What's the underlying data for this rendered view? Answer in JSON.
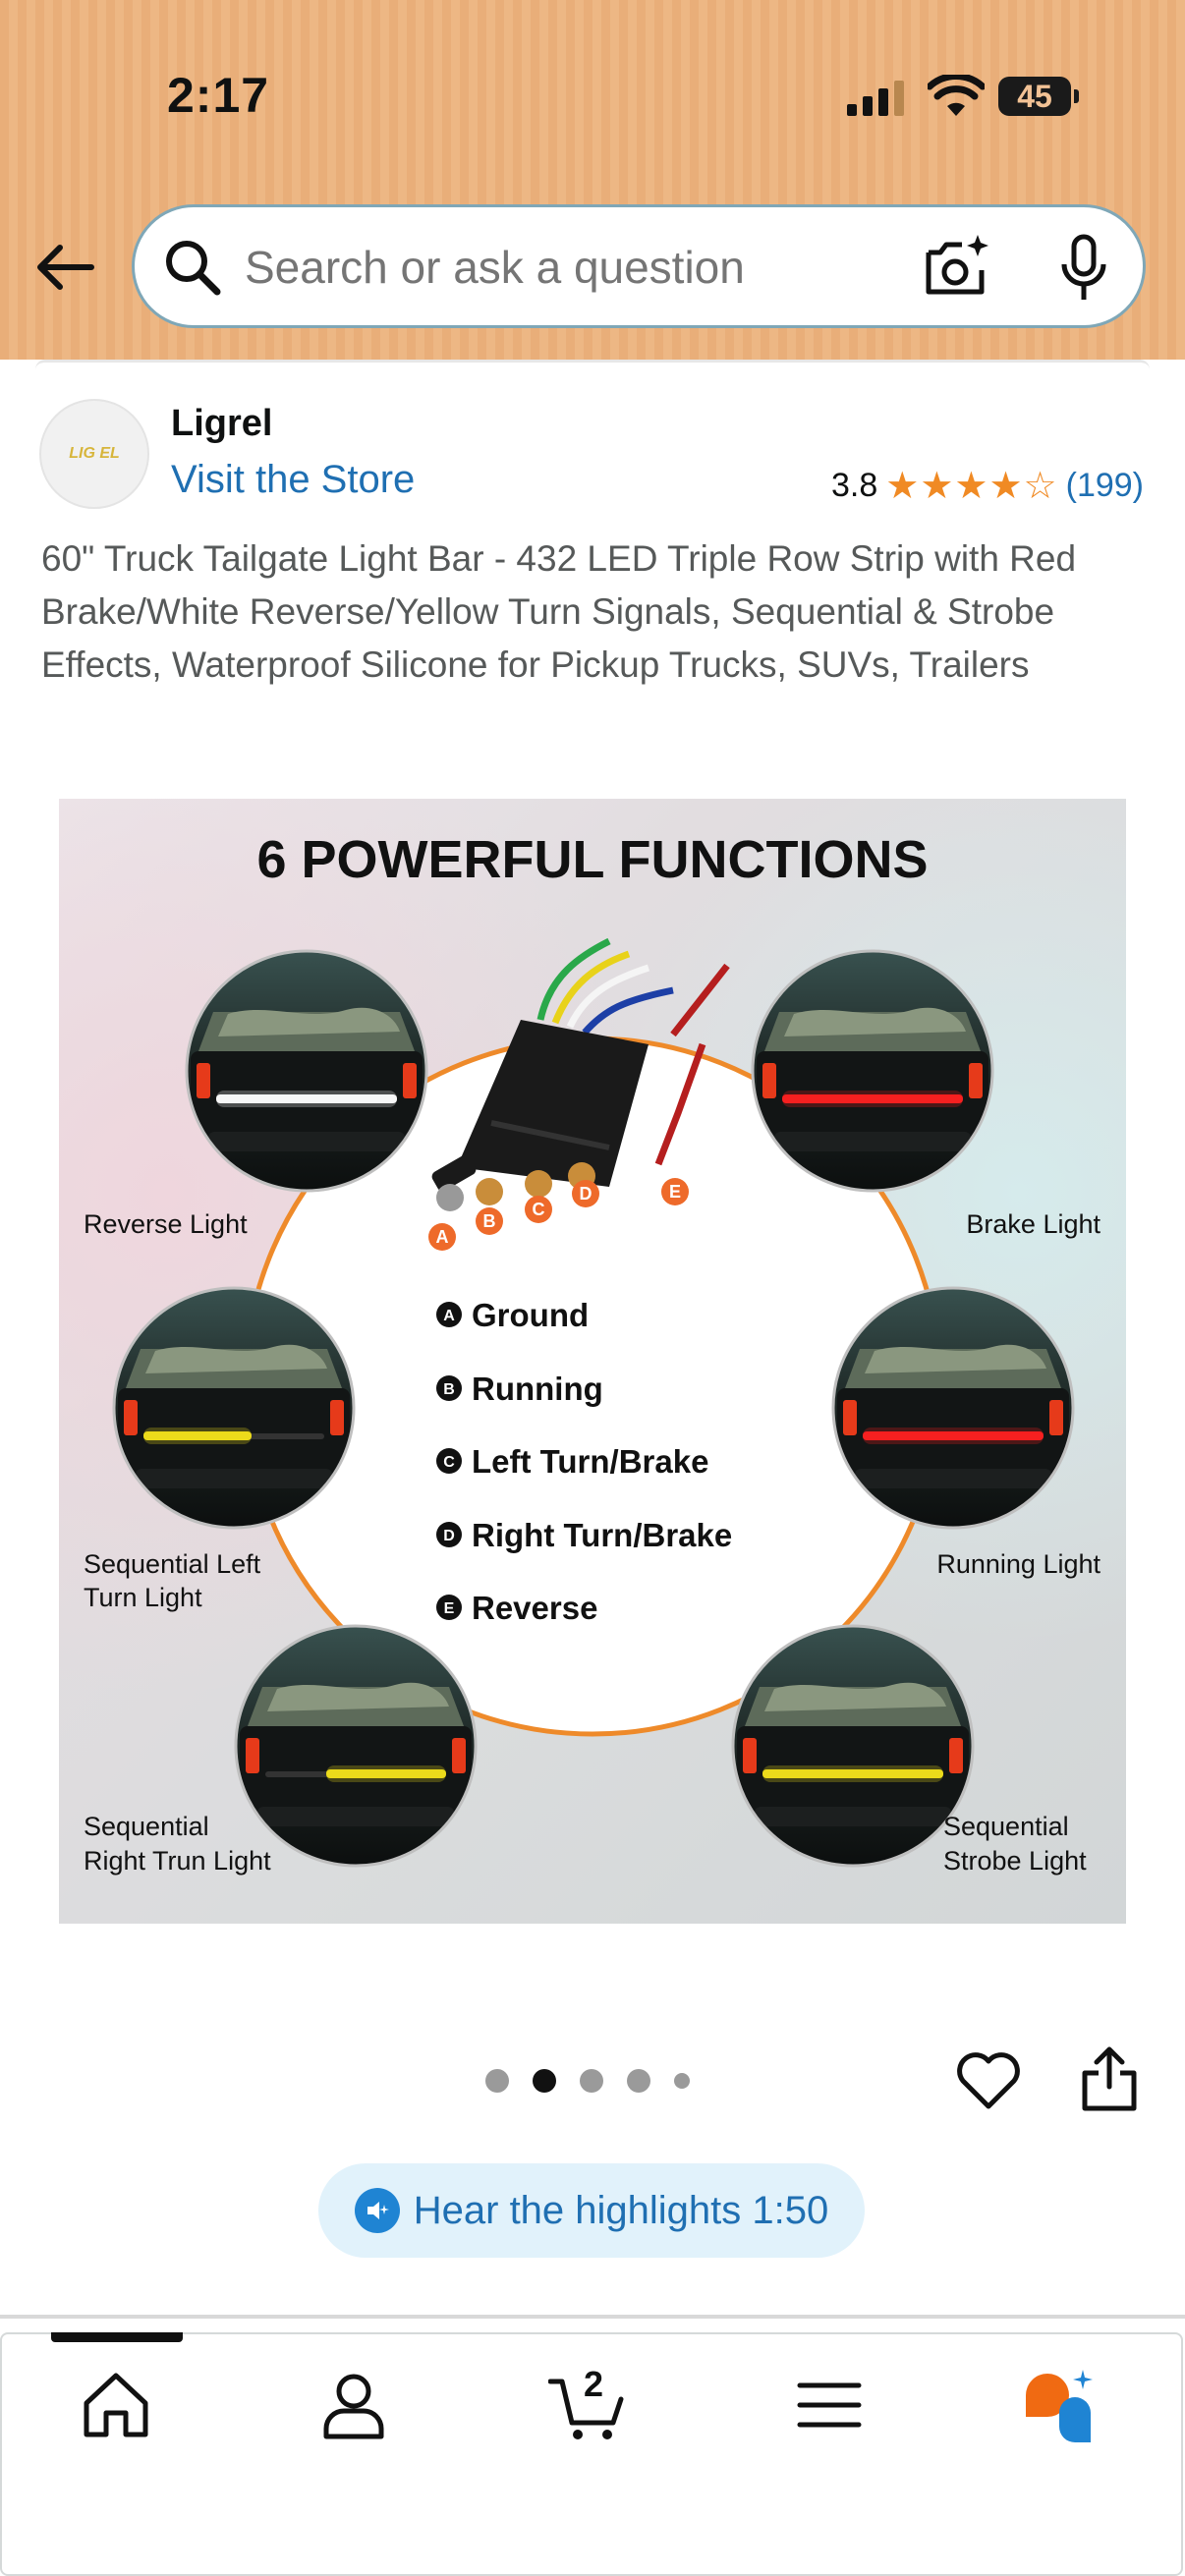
{
  "status_bar": {
    "time": "2:17",
    "battery": "45"
  },
  "search": {
    "placeholder": "Search or ask a question"
  },
  "store": {
    "logo_text": "LIG EL",
    "name": "Ligrel",
    "visit_label": "Visit the Store",
    "rating": "3.8",
    "stars_glyphs": "★★★★☆",
    "rating_value": 3.8,
    "review_count": "(199)"
  },
  "product": {
    "title": "60\" Truck Tailgate Light Bar - 432 LED Triple Row Strip with Red Brake/White Reverse/Yellow Turn Signals, Sequential & Strobe Effects, Waterproof Silicone for Pickup Trucks, SUVs, Trailers"
  },
  "image": {
    "heading": "6 POWERFUL FUNCTIONS",
    "labels": {
      "reverse": "Reverse Light",
      "brake": "Brake Light",
      "seq_left_1": "Sequential Left",
      "seq_left_2": "Turn Light",
      "running": "Running Light",
      "seq_right_1": "Sequential",
      "seq_right_2": "Right Trun Light",
      "strobe_1": "Sequential",
      "strobe_2": "Strobe Light"
    },
    "pins": [
      {
        "letter": "A",
        "label": "Ground"
      },
      {
        "letter": "B",
        "label": "Running"
      },
      {
        "letter": "C",
        "label": "Left Turn/Brake"
      },
      {
        "letter": "D",
        "label": "Right Turn/Brake"
      },
      {
        "letter": "E",
        "label": "Reverse"
      }
    ],
    "colors": {
      "orange_circle": "#ee8a2a",
      "white_bar": "#ffffff",
      "red_bar": "#ff2020",
      "yellow_bar": "#f4e21a"
    }
  },
  "carousel": {
    "total": 5,
    "active_index": 1
  },
  "hear": {
    "label": "Hear the highlights 1:50"
  },
  "nav": {
    "cart_count": "2",
    "items": [
      "home-icon",
      "account-icon",
      "cart-icon",
      "menu-icon",
      "rufus-icon"
    ]
  }
}
